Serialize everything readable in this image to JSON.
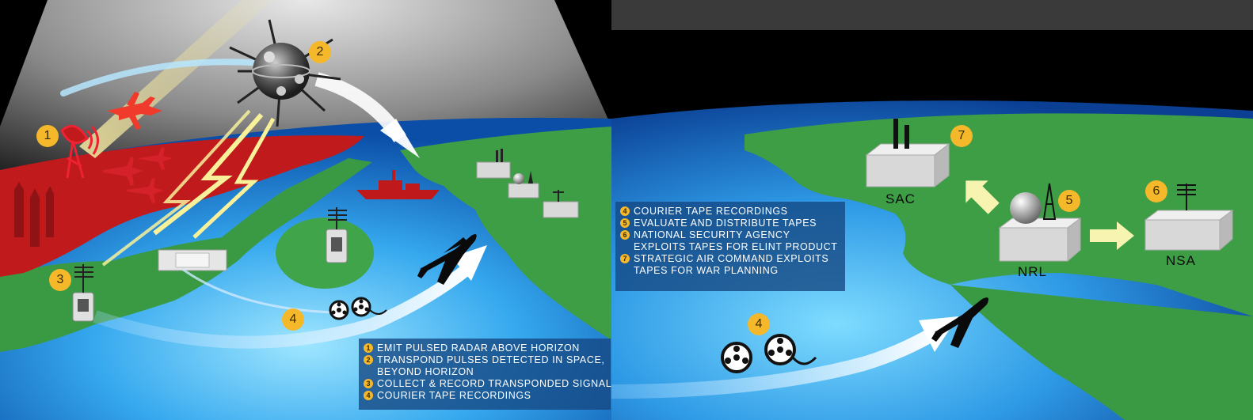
{
  "legend_left": {
    "items": [
      {
        "num": "1",
        "lines": [
          "EMIT PULSED RADAR ABOVE HORIZON"
        ]
      },
      {
        "num": "2",
        "lines": [
          "TRANSPOND PULSES DETECTED IN SPACE,",
          "BEYOND HORIZON"
        ]
      },
      {
        "num": "3",
        "lines": [
          "COLLECT & RECORD TRANSPONDED SIGNAL"
        ]
      },
      {
        "num": "4",
        "lines": [
          "COURIER TAPE RECORDINGS"
        ]
      }
    ]
  },
  "legend_right": {
    "items": [
      {
        "num": "4",
        "lines": [
          "COURIER TAPE RECORDINGS"
        ]
      },
      {
        "num": "5",
        "lines": [
          "EVALUATE AND DISTRIBUTE TAPES"
        ]
      },
      {
        "num": "6",
        "lines": [
          "NATIONAL SECURITY AGENCY",
          "EXPLOITS TAPES FOR ELINT PRODUCT"
        ]
      },
      {
        "num": "7",
        "lines": [
          "STRATEGIC AIR COMMAND EXPLOITS",
          "TAPES FOR WAR PLANNING"
        ]
      }
    ]
  },
  "badges": {
    "left_1": "1",
    "left_2": "2",
    "left_3": "3",
    "left_4": "4",
    "right_4": "4",
    "right_5": "5",
    "right_6": "6",
    "right_7": "7"
  },
  "labels": {
    "sac": "SAC",
    "nrl": "NRL",
    "nsa": "NSA"
  },
  "icons": {
    "radar": "radar-dish-icon",
    "satellite": "satellite-icon",
    "aircraft_red": "red-aircraft-icon",
    "ship": "warship-icon",
    "missiles": "missile-icon",
    "courier_plane": "courier-plane-icon",
    "tape_reels": "tape-reel-icon",
    "buildings": "building-icon",
    "antenna": "antenna-icon"
  },
  "colors": {
    "ocean": "#1f7fd0",
    "land_green": "#3fa24a",
    "hostile_red": "#c0191c",
    "badge": "#f5b82a",
    "legend_bg": "#14468280"
  }
}
